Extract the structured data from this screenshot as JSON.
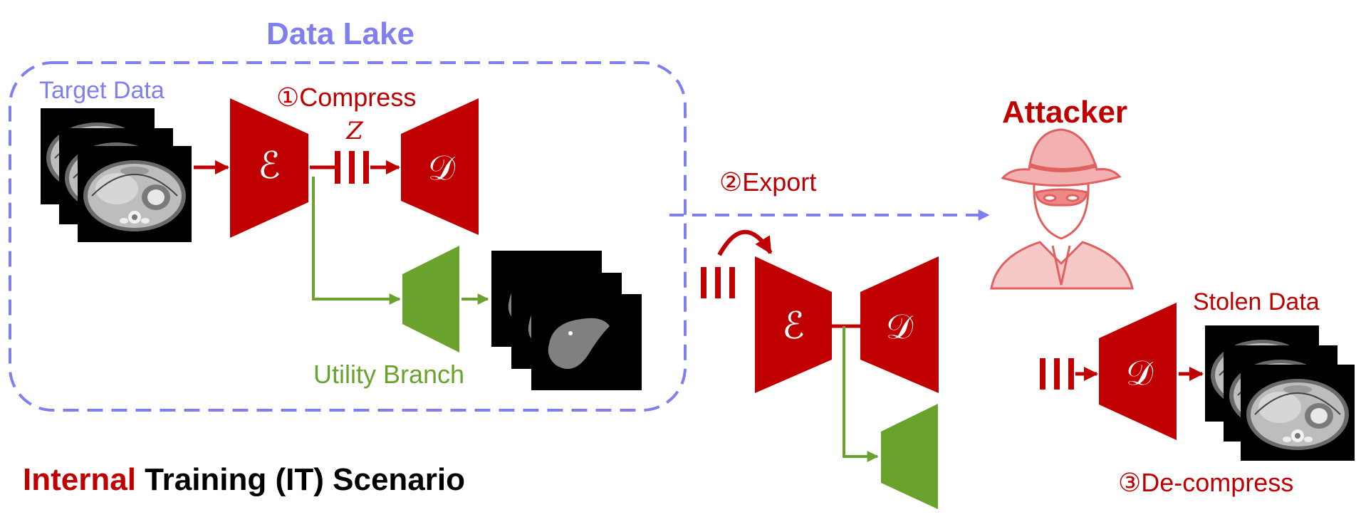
{
  "title_lake": "Data Lake",
  "label_target": "Target Data",
  "label_compress": "①Compress",
  "label_z": "Z",
  "label_export": "②Export",
  "label_attacker": "Attacker",
  "label_utility": "Utility Branch",
  "label_stolen": "Stolen Data",
  "label_decompress": "③De-compress",
  "scenario_highlight": "Internal",
  "scenario_rest": " Training (IT) Scenario",
  "sym_encoder": "ℰ",
  "sym_decoder": "𝒟",
  "colors": {
    "red": "#c00000",
    "green": "#6aa22e",
    "lake": "#7f7ff0",
    "attacker_sketch": "#e06060"
  },
  "icons": [
    "ct-scan-stack",
    "segmentation-mask-stack",
    "encoder-trapezoid",
    "decoder-trapezoid",
    "utility-head",
    "latent-code-bars",
    "attacker-hat-icon"
  ]
}
